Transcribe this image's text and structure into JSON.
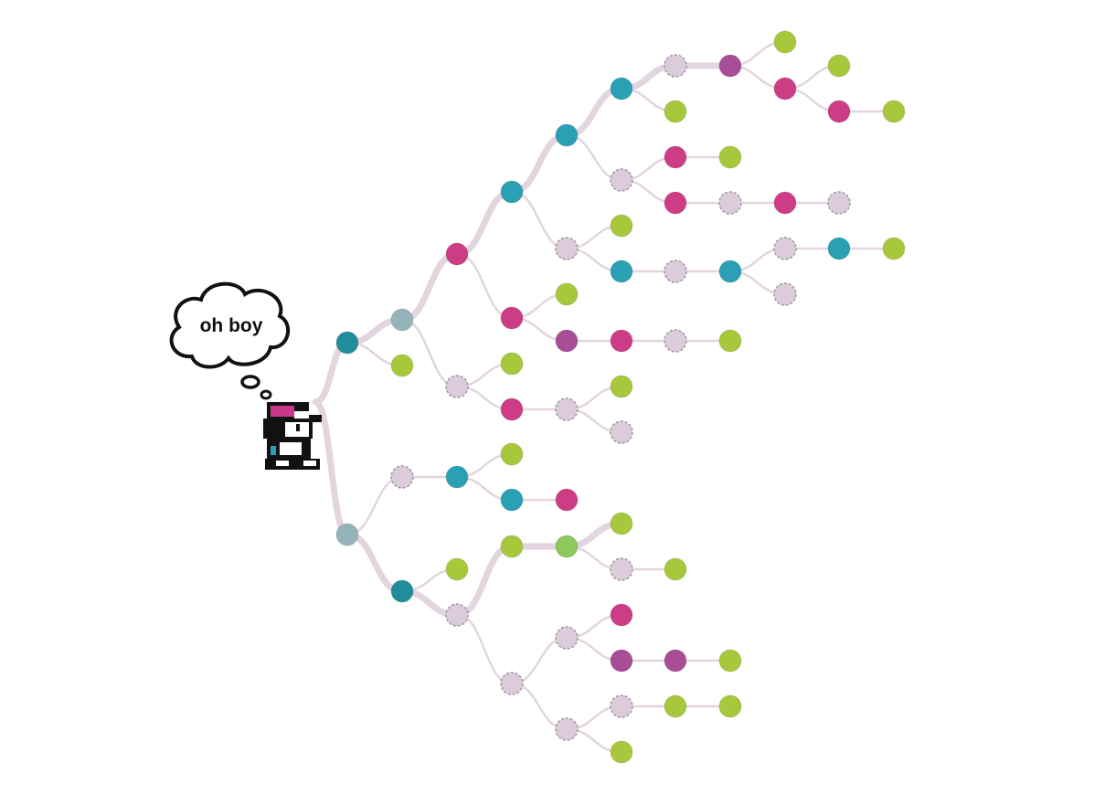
{
  "thought": {
    "text": "oh boy"
  },
  "colors": {
    "teal": "#2aa0b4",
    "teal_dark": "#1f8e9a",
    "grey_teal": "#95b4ba",
    "magenta": "#cc3d86",
    "purple": "#a84d96",
    "lime": "#a7c83a",
    "green": "#8cc85a",
    "pale": "#dccbdb",
    "edge": "#e3d5df"
  },
  "tree": {
    "root": "trainer",
    "nodes": [
      {
        "id": "trainer",
        "color": "none"
      },
      {
        "id": "a",
        "color": "teal_dark"
      },
      {
        "id": "b",
        "color": "grey_teal"
      },
      {
        "id": "c",
        "color": "lime"
      },
      {
        "id": "d",
        "color": "magenta"
      },
      {
        "id": "e",
        "color": "pale",
        "dashed": true
      },
      {
        "id": "f",
        "color": "teal"
      },
      {
        "id": "g",
        "color": "teal"
      },
      {
        "id": "h",
        "color": "teal"
      },
      {
        "id": "i",
        "color": "pale",
        "dashed": true
      },
      {
        "id": "j",
        "color": "purple"
      },
      {
        "id": "k",
        "color": "lime"
      },
      {
        "id": "l",
        "color": "magenta"
      },
      {
        "id": "m",
        "color": "lime"
      },
      {
        "id": "n",
        "color": "magenta"
      },
      {
        "id": "o",
        "color": "lime"
      },
      {
        "id": "p",
        "color": "lime"
      },
      {
        "id": "q",
        "color": "pale",
        "dashed": true
      },
      {
        "id": "r",
        "color": "magenta"
      },
      {
        "id": "s",
        "color": "lime"
      },
      {
        "id": "t",
        "color": "magenta"
      },
      {
        "id": "u",
        "color": "pale",
        "dashed": true
      },
      {
        "id": "v",
        "color": "magenta"
      },
      {
        "id": "w",
        "color": "pale",
        "dashed": true
      },
      {
        "id": "x",
        "color": "pale",
        "dashed": true
      },
      {
        "id": "y",
        "color": "lime"
      },
      {
        "id": "z",
        "color": "teal"
      },
      {
        "id": "aa",
        "color": "pale",
        "dashed": true
      },
      {
        "id": "ab",
        "color": "teal"
      },
      {
        "id": "ac",
        "color": "pale",
        "dashed": true
      },
      {
        "id": "ad",
        "color": "teal"
      },
      {
        "id": "ae",
        "color": "lime"
      },
      {
        "id": "af",
        "color": "pale",
        "dashed": true
      },
      {
        "id": "ag",
        "color": "magenta"
      },
      {
        "id": "ah",
        "color": "lime"
      },
      {
        "id": "ai",
        "color": "purple"
      },
      {
        "id": "aj",
        "color": "magenta"
      },
      {
        "id": "ak",
        "color": "pale",
        "dashed": true
      },
      {
        "id": "al",
        "color": "lime"
      },
      {
        "id": "am",
        "color": "lime"
      },
      {
        "id": "an",
        "color": "magenta"
      },
      {
        "id": "ao",
        "color": "pale",
        "dashed": true
      },
      {
        "id": "ap",
        "color": "lime"
      },
      {
        "id": "aq",
        "color": "pale",
        "dashed": true
      },
      {
        "id": "ba",
        "color": "grey_teal"
      },
      {
        "id": "bb",
        "color": "pale",
        "dashed": true
      },
      {
        "id": "bc",
        "color": "teal"
      },
      {
        "id": "bd",
        "color": "lime"
      },
      {
        "id": "be",
        "color": "teal"
      },
      {
        "id": "bf",
        "color": "magenta"
      },
      {
        "id": "bg",
        "color": "teal_dark"
      },
      {
        "id": "bh",
        "color": "lime"
      },
      {
        "id": "bi",
        "color": "pale",
        "dashed": true
      },
      {
        "id": "bj",
        "color": "lime"
      },
      {
        "id": "bk",
        "color": "green"
      },
      {
        "id": "bl",
        "color": "lime"
      },
      {
        "id": "bm",
        "color": "pale",
        "dashed": true
      },
      {
        "id": "bn",
        "color": "lime"
      },
      {
        "id": "bo",
        "color": "pale",
        "dashed": true
      },
      {
        "id": "bp",
        "color": "pale",
        "dashed": true
      },
      {
        "id": "bq",
        "color": "magenta"
      },
      {
        "id": "br",
        "color": "purple"
      },
      {
        "id": "bs",
        "color": "purple"
      },
      {
        "id": "bt",
        "color": "lime"
      },
      {
        "id": "bu",
        "color": "pale",
        "dashed": true
      },
      {
        "id": "bv",
        "color": "pale",
        "dashed": true
      },
      {
        "id": "bw",
        "color": "lime"
      },
      {
        "id": "bx",
        "color": "lime"
      },
      {
        "id": "by",
        "color": "lime"
      }
    ],
    "edges": [
      {
        "from": "trainer",
        "to": "a",
        "thick": true
      },
      {
        "from": "a",
        "to": "b",
        "thick": true
      },
      {
        "from": "a",
        "to": "c"
      },
      {
        "from": "b",
        "to": "d",
        "thick": true
      },
      {
        "from": "b",
        "to": "e"
      },
      {
        "from": "d",
        "to": "f",
        "thick": true
      },
      {
        "from": "f",
        "to": "g",
        "thick": true
      },
      {
        "from": "g",
        "to": "h",
        "thick": true
      },
      {
        "from": "h",
        "to": "i",
        "thick": true
      },
      {
        "from": "i",
        "to": "j",
        "thick": true
      },
      {
        "from": "j",
        "to": "k"
      },
      {
        "from": "j",
        "to": "l"
      },
      {
        "from": "l",
        "to": "m"
      },
      {
        "from": "l",
        "to": "n"
      },
      {
        "from": "n",
        "to": "o"
      },
      {
        "from": "h",
        "to": "p"
      },
      {
        "from": "g",
        "to": "q"
      },
      {
        "from": "q",
        "to": "r"
      },
      {
        "from": "r",
        "to": "s"
      },
      {
        "from": "q",
        "to": "t"
      },
      {
        "from": "t",
        "to": "u"
      },
      {
        "from": "u",
        "to": "v"
      },
      {
        "from": "v",
        "to": "w"
      },
      {
        "from": "f",
        "to": "x"
      },
      {
        "from": "x",
        "to": "y"
      },
      {
        "from": "x",
        "to": "z"
      },
      {
        "from": "z",
        "to": "aa"
      },
      {
        "from": "aa",
        "to": "ab"
      },
      {
        "from": "ab",
        "to": "ac"
      },
      {
        "from": "ac",
        "to": "ad"
      },
      {
        "from": "ad",
        "to": "ae"
      },
      {
        "from": "ab",
        "to": "af"
      },
      {
        "from": "d",
        "to": "ag"
      },
      {
        "from": "ag",
        "to": "ah"
      },
      {
        "from": "ag",
        "to": "ai"
      },
      {
        "from": "ai",
        "to": "aj"
      },
      {
        "from": "aj",
        "to": "ak"
      },
      {
        "from": "ak",
        "to": "al"
      },
      {
        "from": "e",
        "to": "am"
      },
      {
        "from": "e",
        "to": "an"
      },
      {
        "from": "an",
        "to": "ao"
      },
      {
        "from": "ao",
        "to": "ap"
      },
      {
        "from": "ao",
        "to": "aq"
      },
      {
        "from": "trainer",
        "to": "ba",
        "thick": true
      },
      {
        "from": "ba",
        "to": "bb"
      },
      {
        "from": "bb",
        "to": "bc"
      },
      {
        "from": "bc",
        "to": "bd"
      },
      {
        "from": "bc",
        "to": "be"
      },
      {
        "from": "be",
        "to": "bf"
      },
      {
        "from": "ba",
        "to": "bg",
        "thick": true
      },
      {
        "from": "bg",
        "to": "bh"
      },
      {
        "from": "bg",
        "to": "bi",
        "thick": true
      },
      {
        "from": "bi",
        "to": "bj",
        "thick": true
      },
      {
        "from": "bj",
        "to": "bk",
        "thick": true
      },
      {
        "from": "bk",
        "to": "bl",
        "thick": true
      },
      {
        "from": "bk",
        "to": "bm"
      },
      {
        "from": "bm",
        "to": "bn"
      },
      {
        "from": "bi",
        "to": "bo"
      },
      {
        "from": "bo",
        "to": "bp"
      },
      {
        "from": "bp",
        "to": "bq"
      },
      {
        "from": "bp",
        "to": "br"
      },
      {
        "from": "br",
        "to": "bs"
      },
      {
        "from": "bs",
        "to": "bt"
      },
      {
        "from": "bo",
        "to": "bu"
      },
      {
        "from": "bu",
        "to": "bv"
      },
      {
        "from": "bv",
        "to": "bw"
      },
      {
        "from": "bw",
        "to": "bx"
      },
      {
        "from": "bu",
        "to": "by"
      }
    ]
  }
}
